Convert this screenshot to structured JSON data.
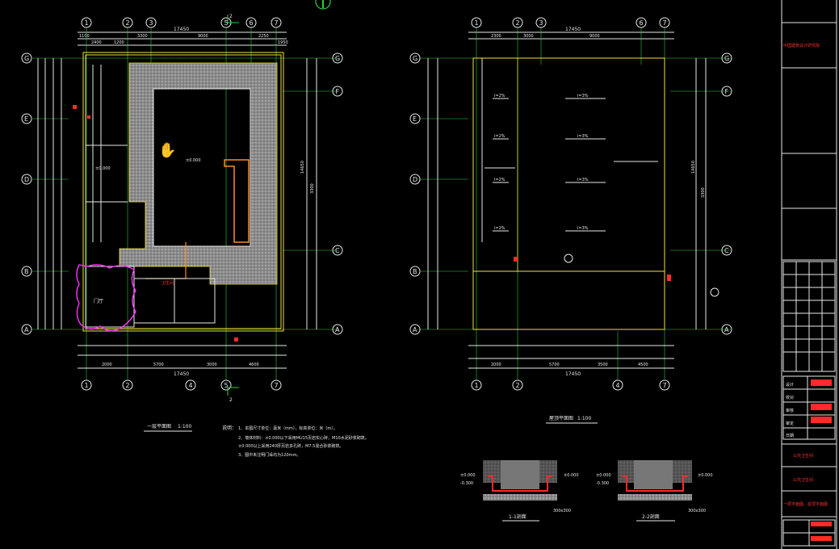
{
  "plan_left": {
    "title": "一层平面图",
    "scale": "1:100",
    "total_width": "17450",
    "top_dims": [
      "1100",
      "2400",
      "1200",
      "3300",
      "9000",
      "2250",
      "1950"
    ],
    "bottom_dims": [
      "2000",
      "5700",
      "3000",
      "4600"
    ],
    "right_dims": [
      "14650",
      "3300"
    ],
    "room_labels": [
      "±0.000",
      "门厅",
      "±0.000"
    ],
    "note_red": "卫生间"
  },
  "plan_right": {
    "title": "屋顶平面图",
    "scale": "1:100",
    "total_width": "17450",
    "top_dims": [
      "2300",
      "3000",
      "9000"
    ],
    "bottom_dims": [
      "2000",
      "5700",
      "3500",
      "4500"
    ],
    "right_dims": [
      "14650",
      "3300"
    ],
    "slope_labels": [
      "i=2%",
      "i=3%",
      "i=2%",
      "i=3%",
      "i=2%",
      "i=3%",
      "i=2%",
      "i=3%"
    ]
  },
  "axes_top": [
    "1",
    "2",
    "3",
    "5",
    "6",
    "7"
  ],
  "axes_bottom": [
    "1",
    "2",
    "4",
    "5",
    "7"
  ],
  "axes_side": [
    "G",
    "F",
    "E",
    "D",
    "C",
    "B",
    "A"
  ],
  "notes": {
    "heading": "说明：",
    "lines": [
      "1、本图尺寸单位：毫米（mm），标高单位：米（m）。",
      "2、墙体材料：±0.000以下采用MU15页岩实心砖，M10水泥砂浆砌筑。",
      "   ±0.000以上采用240厚页岩多孔砖，M7.5混合砂浆砌筑。",
      "3、图中未注明门垛均为120mm。"
    ]
  },
  "sections": [
    {
      "label": "1-1剖面",
      "levels": [
        "±0.000",
        "-0.300"
      ],
      "note": "300x300"
    },
    {
      "label": "2-2剖面",
      "levels": [
        "±0.000",
        "-0.300"
      ],
      "note": "300x300"
    }
  ],
  "title_block": {
    "rows": [
      "设计",
      "校对",
      "审核",
      "审定",
      "日期"
    ],
    "red_labels": [
      "中国建筑设计研究院",
      "公共卫生间",
      "公共卫生间",
      "一层平面图、屋顶平面图"
    ]
  },
  "colors": {
    "bg": "#000000",
    "line": "#e8e8e8",
    "grid": "#2ecc40",
    "wall": "#f0e040",
    "accent": "#ff2a2a",
    "magenta": "#ff30ff",
    "hatch": "#9a9a9a"
  }
}
